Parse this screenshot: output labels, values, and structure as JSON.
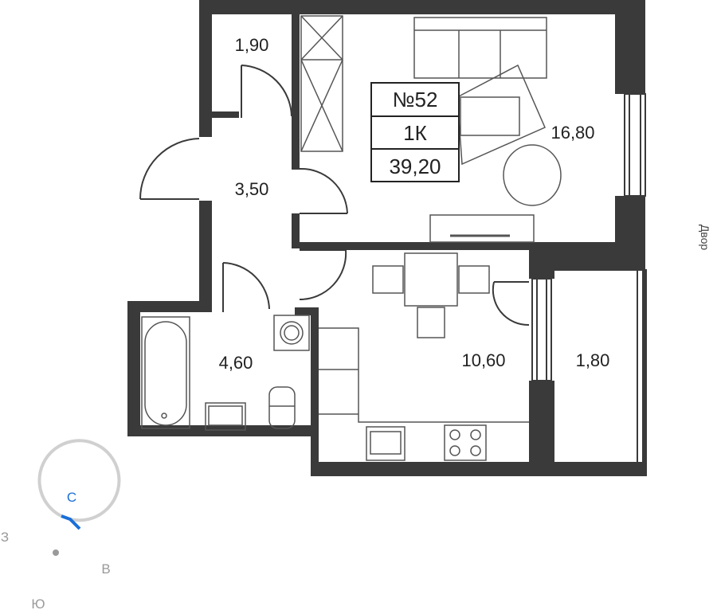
{
  "apartment": {
    "number": "№52",
    "type": "1К",
    "total_area": "39,20"
  },
  "rooms": {
    "storage": "1,90",
    "hall": "3,50",
    "living": "16,80",
    "bathroom": "4,60",
    "kitchen": "10,60",
    "balcony": "1,80"
  },
  "side_label": "Двор",
  "compass": {
    "north": "С",
    "east": "В",
    "south": "Ю",
    "west": "З",
    "north_color": "#1a6fd8"
  },
  "colors": {
    "wall": "#3a3a3a",
    "furniture_stroke": "#555555"
  }
}
